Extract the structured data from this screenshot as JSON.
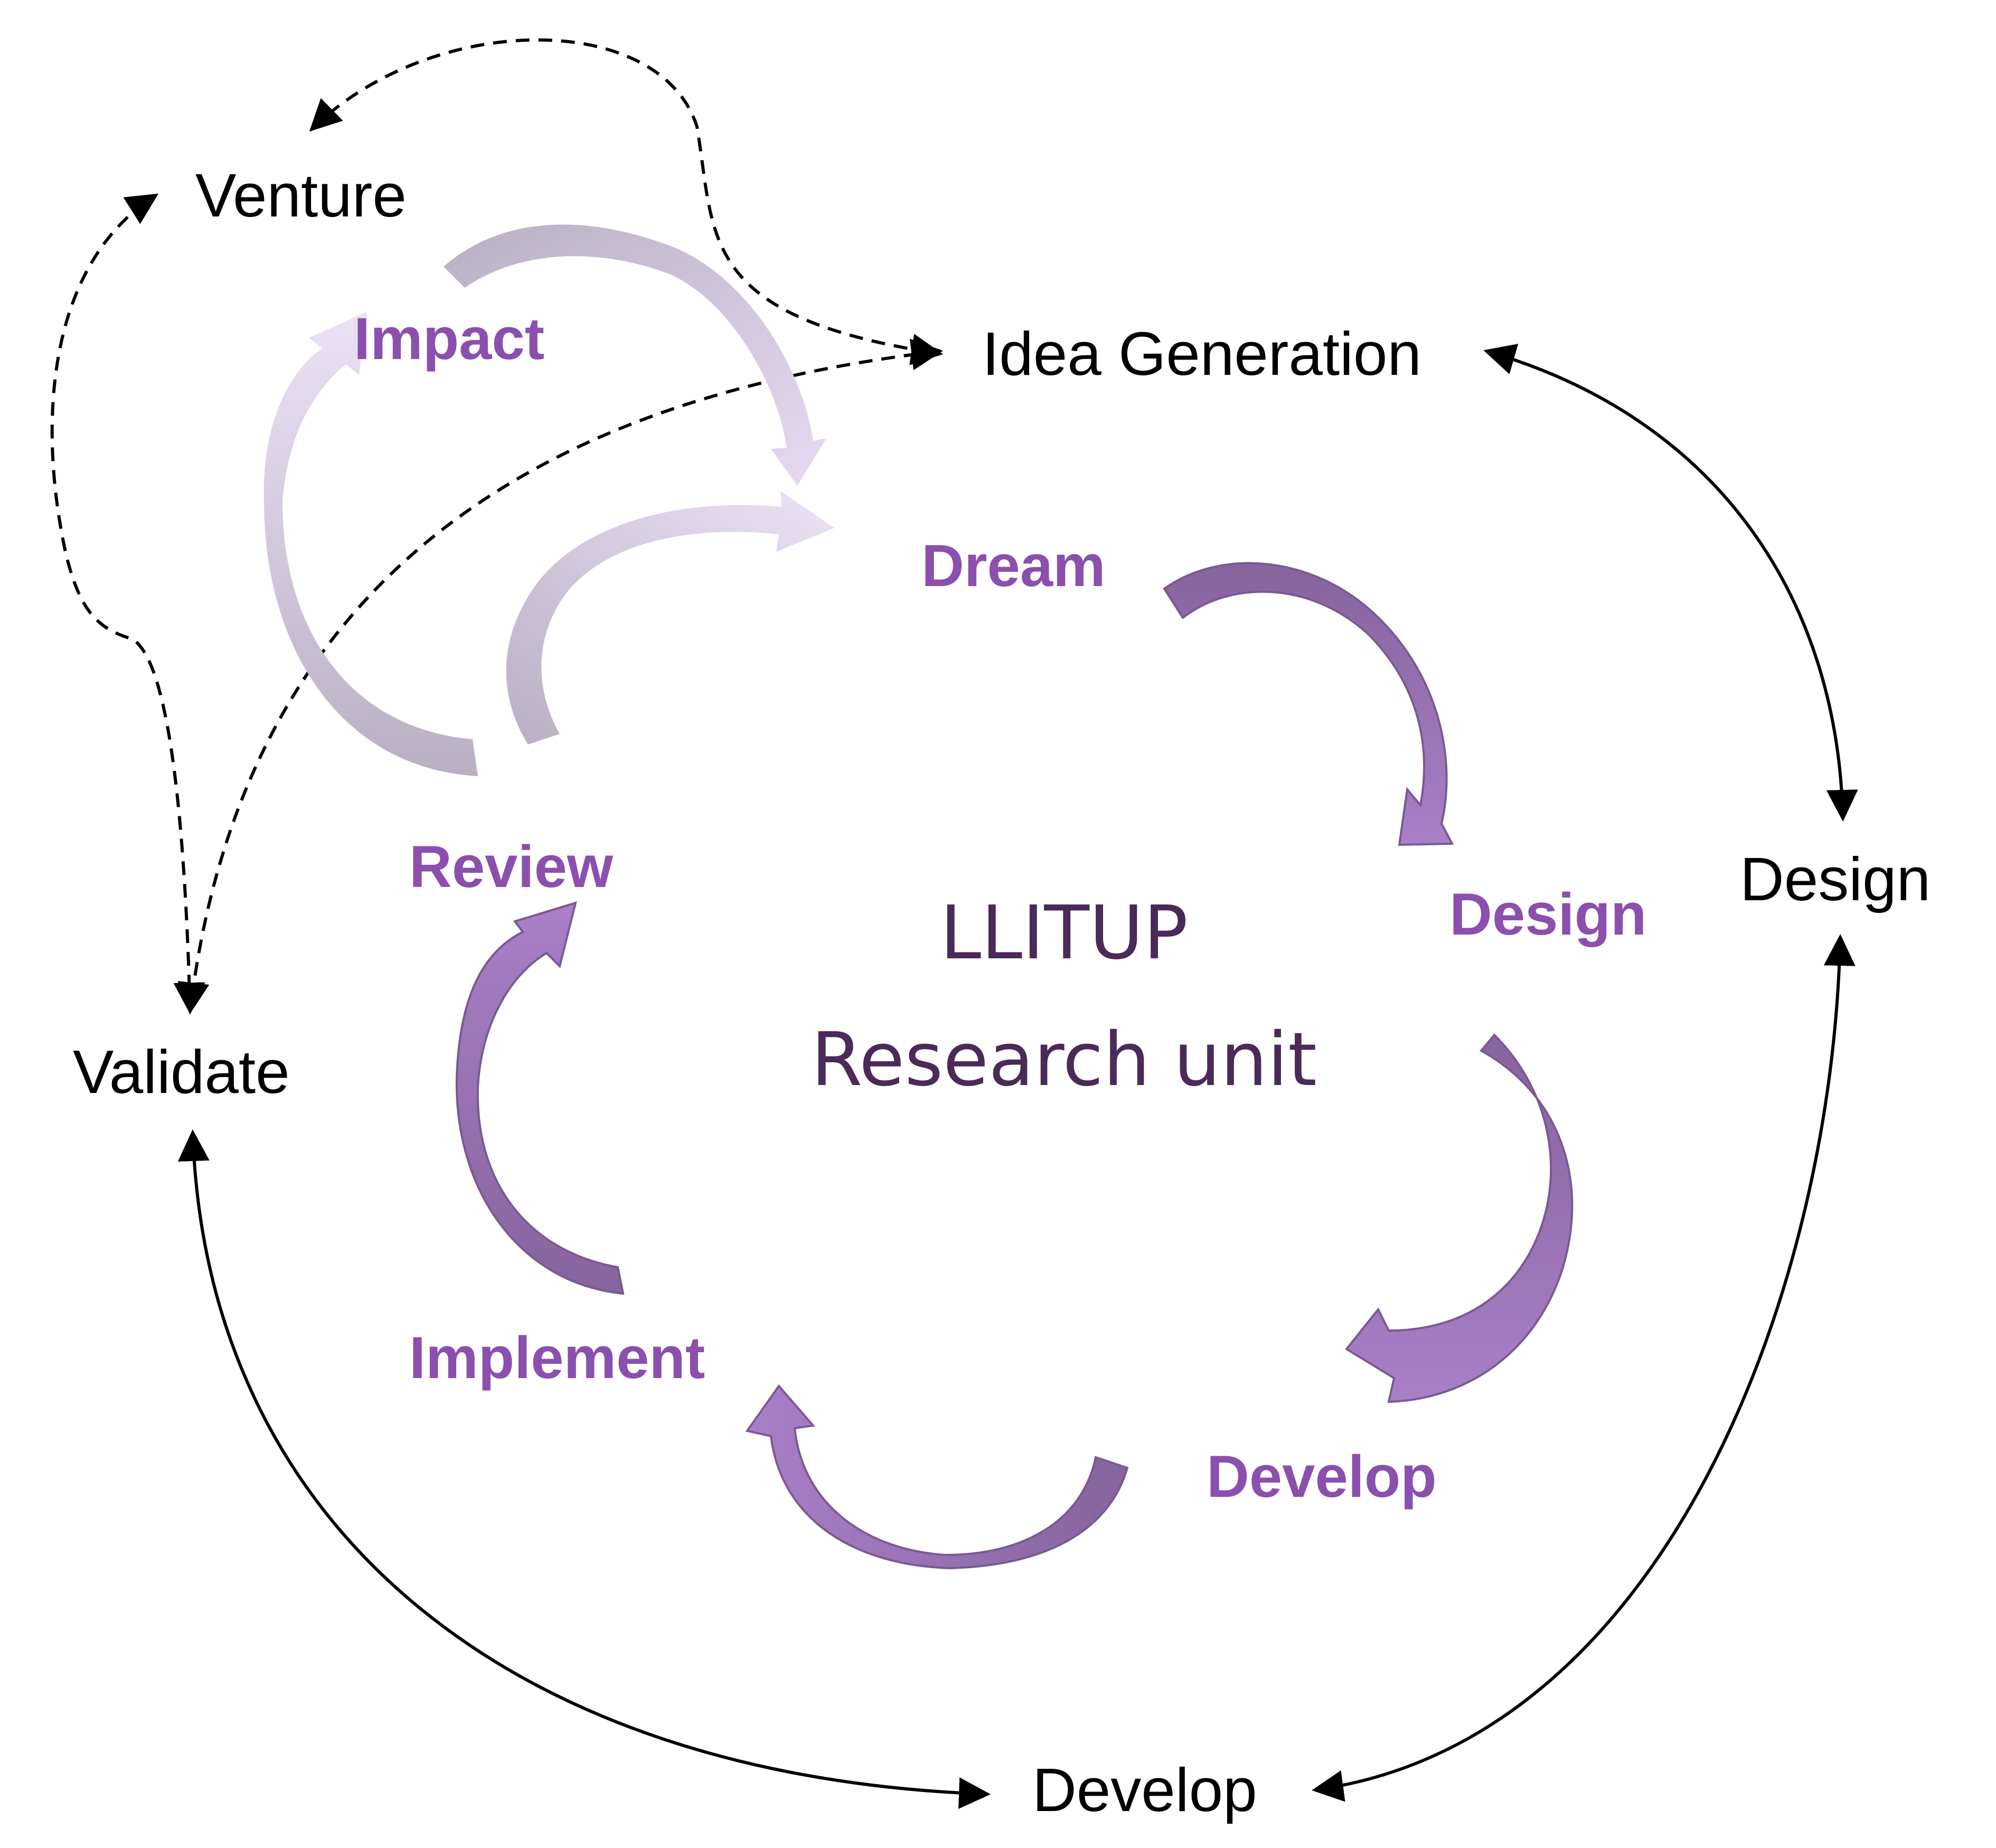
{
  "center": {
    "line1": "LLITUP",
    "line2": "Research unit"
  },
  "outer": {
    "venture": "Venture",
    "idea_generation": "Idea Generation",
    "design": "Design",
    "develop": "Develop",
    "validate": "Validate"
  },
  "cycle": {
    "dream": "Dream",
    "design": "Design",
    "develop": "Develop",
    "implement": "Implement",
    "review": "Review",
    "impact": "Impact"
  },
  "colors": {
    "cycle_text": "#8b4fae",
    "arrow_dark": "#86649d",
    "arrow_light": "#a97fc8",
    "arrow_faded_grey": "#b8b0c2",
    "arrow_faded_lilac": "#e6daf2",
    "center_text": "#4a2a58",
    "connector": "#000000"
  }
}
